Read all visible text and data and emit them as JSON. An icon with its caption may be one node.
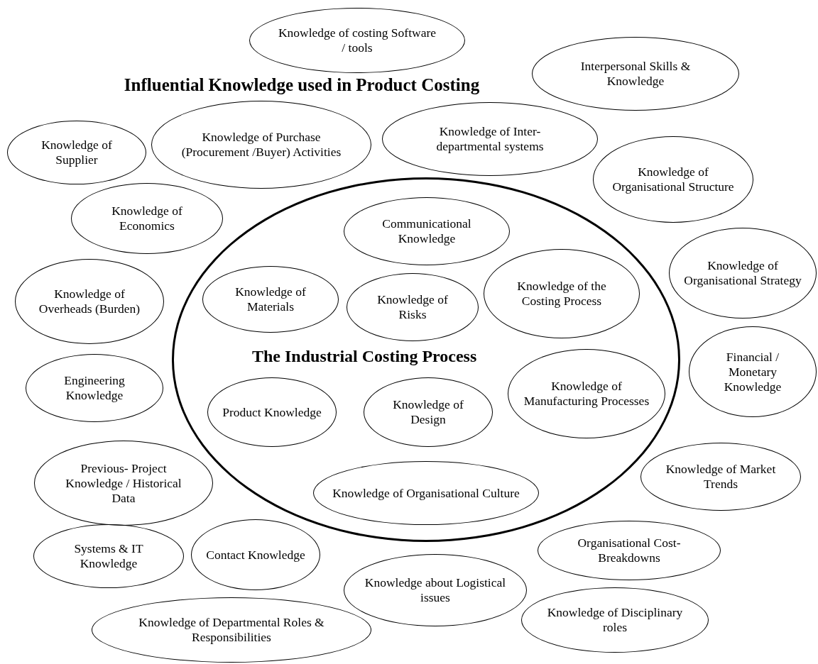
{
  "diagram": {
    "title": "Influential Knowledge used in Product Costing",
    "nodes": [
      {
        "text": [
          "Knowledge of costing Software / tools"
        ]
      },
      {
        "text": [
          "Interpersonal Skills & Knowledge"
        ]
      },
      {
        "text": [
          "Knowledge of Supplier"
        ]
      },
      {
        "text": [
          "Knowledge of Purchase (Procurement /Buyer) Activities"
        ]
      },
      {
        "text": [
          "Knowledge of Inter-departmental systems"
        ]
      },
      {
        "text": [
          "Knowledge of Organisational Structure"
        ]
      },
      {
        "text": [
          "Knowledge of Economics"
        ]
      },
      {
        "text": [
          "Knowledge of Overheads (Burden)"
        ]
      },
      {
        "text": [
          "Knowledge of Organisational Strategy"
        ]
      },
      {
        "text": [
          "The Industrial Costing Process"
        ]
      },
      {
        "text": [
          "Communicational Knowledge"
        ],
        "in": 9
      },
      {
        "text": [
          "Knowledge of Materials"
        ],
        "in": 9
      },
      {
        "text": [
          "Knowledge of Risks"
        ],
        "in": 9
      },
      {
        "text": [
          "Knowledge of the Costing Process"
        ],
        "in": 9
      },
      {
        "text": [
          "Knowledge of Manufacturing Processes"
        ],
        "in": 9
      },
      {
        "text": [
          "Product Knowledge"
        ],
        "in": 9
      },
      {
        "text": [
          "Knowledge of Design"
        ],
        "in": 9
      },
      {
        "text": [
          "Knowledge of Organisational Culture"
        ],
        "in": 9
      },
      {
        "text": [
          "Financial / Monetary Knowledge"
        ]
      },
      {
        "text": [
          "Engineering Knowledge"
        ]
      },
      {
        "text": [
          "Previous- Project Knowledge / Historical Data"
        ]
      },
      {
        "text": [
          "Knowledge of Market Trends"
        ]
      },
      {
        "text": [
          "Systems & IT Knowledge"
        ]
      },
      {
        "text": [
          "Contact Knowledge"
        ]
      },
      {
        "text": [
          "Organisational Cost-Breakdowns"
        ]
      },
      {
        "text": [
          "Knowledge about Logistical issues"
        ]
      },
      {
        "text": [
          "Knowledge of Disciplinary roles"
        ]
      },
      {
        "text": [
          "Knowledge of Departmental Roles & Responsibilities"
        ]
      }
    ]
  }
}
